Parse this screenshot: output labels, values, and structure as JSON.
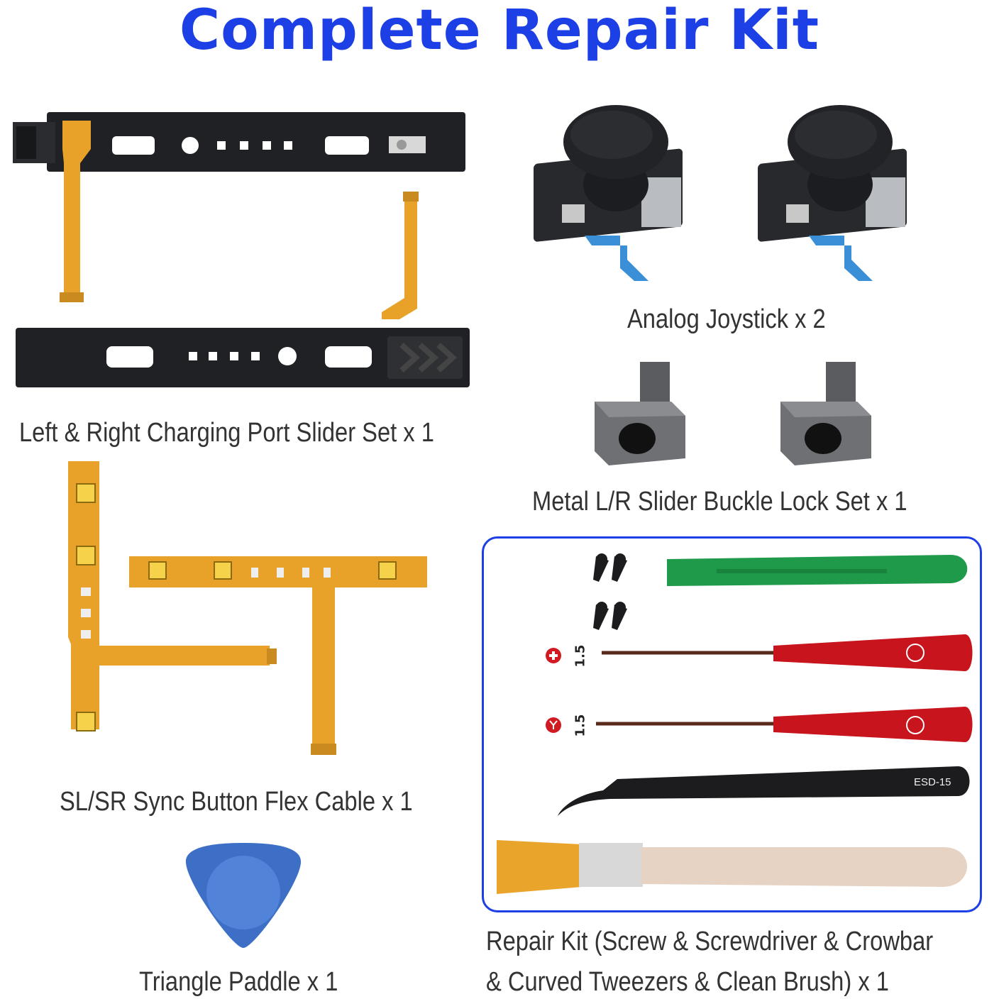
{
  "title": "Complete Repair Kit",
  "items": {
    "slider_set": "Left & Right Charging Port Slider Set x 1",
    "joystick": "Analog Joystick x 2",
    "buckle_lock": "Metal L/R Slider Buckle Lock Set x 1",
    "flex_cable": "SL/SR Sync Button Flex Cable x 1",
    "paddle": "Triangle Paddle x 1",
    "repair_kit_line1": "Repair Kit (Screw & Screwdriver & Crowbar",
    "repair_kit_line2": "& Curved Tweezers & Clean Brush) x 1"
  },
  "tools": {
    "screwdriver_size_1": "1.5",
    "screwdriver_size_2": "1.5",
    "tweezers_marking": "ESD-15"
  },
  "colors": {
    "title_blue": "#1d3fe6",
    "flex_orange": "#e8a22a",
    "crowbar_green": "#1e9a4a",
    "handle_red": "#c8141c",
    "paddle_blue": "#3d6fc7"
  }
}
